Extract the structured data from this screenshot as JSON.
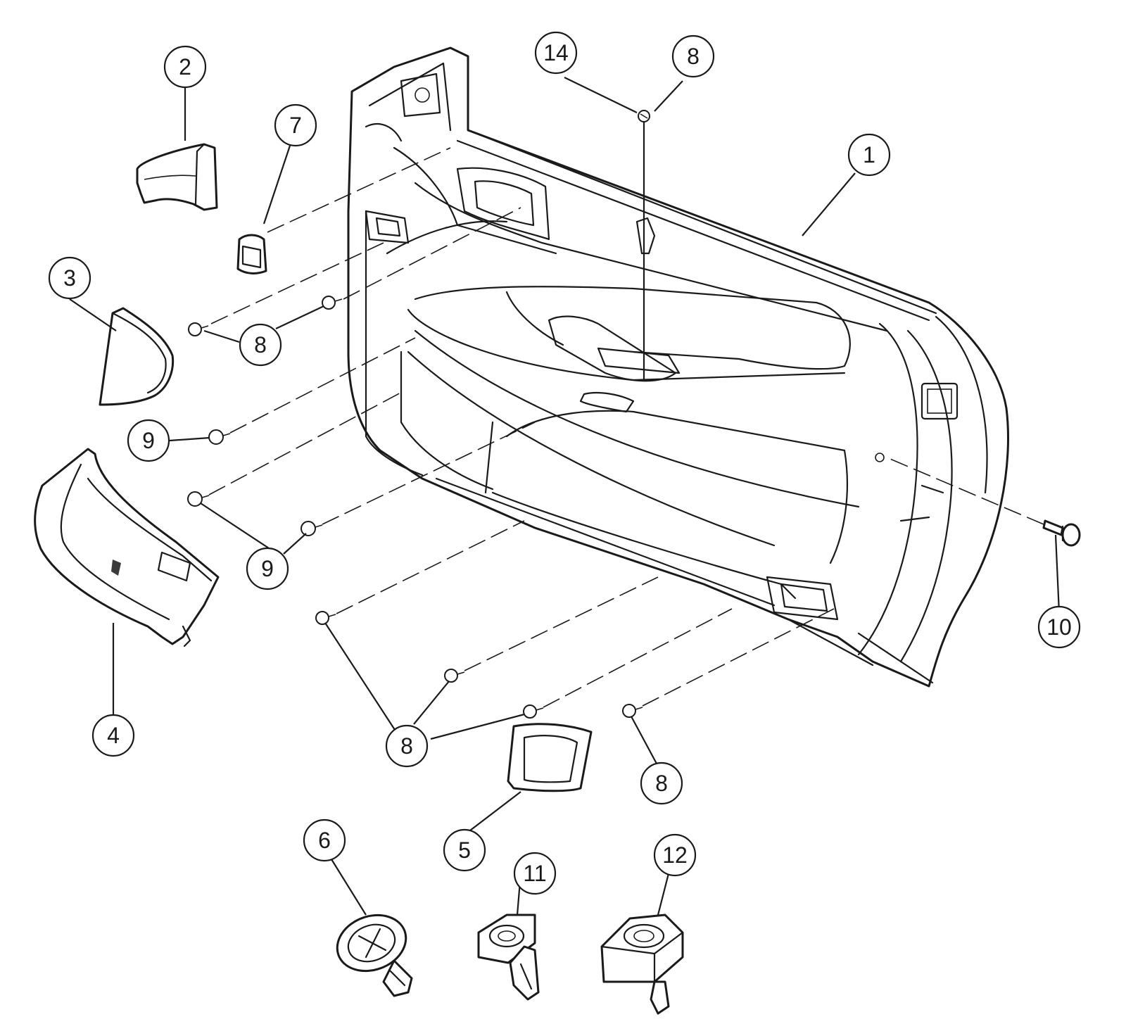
{
  "diagram": {
    "callouts": [
      {
        "id": "c1",
        "label": "1"
      },
      {
        "id": "c2",
        "label": "2"
      },
      {
        "id": "c3",
        "label": "3"
      },
      {
        "id": "c4",
        "label": "4"
      },
      {
        "id": "c5",
        "label": "5"
      },
      {
        "id": "c6",
        "label": "6"
      },
      {
        "id": "c7",
        "label": "7"
      },
      {
        "id": "c8a",
        "label": "8"
      },
      {
        "id": "c8b",
        "label": "8"
      },
      {
        "id": "c8c",
        "label": "8"
      },
      {
        "id": "c8d",
        "label": "8"
      },
      {
        "id": "c9a",
        "label": "9"
      },
      {
        "id": "c9b",
        "label": "9"
      },
      {
        "id": "c10",
        "label": "10"
      },
      {
        "id": "c11",
        "label": "11"
      },
      {
        "id": "c12",
        "label": "12"
      },
      {
        "id": "c14",
        "label": "14"
      }
    ]
  }
}
